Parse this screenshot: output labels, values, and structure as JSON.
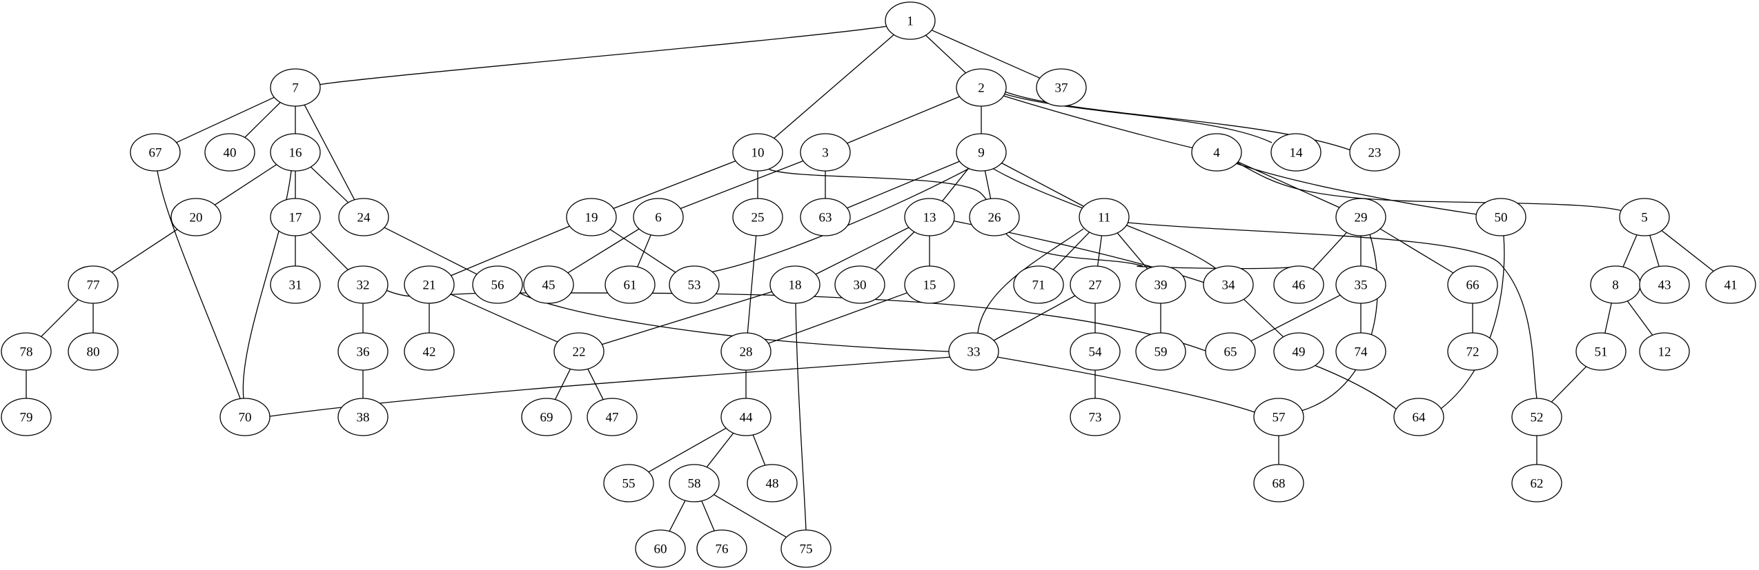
{
  "graph": {
    "nodes": [
      "1",
      "7",
      "10",
      "2",
      "37",
      "67",
      "40",
      "16",
      "24",
      "19",
      "25",
      "3",
      "9",
      "4",
      "14",
      "23",
      "20",
      "17",
      "6",
      "63",
      "13",
      "26",
      "11",
      "5",
      "50",
      "29",
      "77",
      "31",
      "32",
      "21",
      "56",
      "45",
      "61",
      "53",
      "18",
      "30",
      "15",
      "34",
      "46",
      "71",
      "27",
      "39",
      "35",
      "66",
      "8",
      "43",
      "41",
      "78",
      "80",
      "36",
      "42",
      "22",
      "28",
      "33",
      "65",
      "54",
      "59",
      "74",
      "72",
      "49",
      "51",
      "12",
      "79",
      "70",
      "38",
      "69",
      "47",
      "44",
      "73",
      "57",
      "64",
      "52",
      "55",
      "58",
      "48",
      "68",
      "62",
      "60",
      "76",
      "75"
    ],
    "edges": [
      [
        "1",
        "7"
      ],
      [
        "1",
        "10"
      ],
      [
        "1",
        "2"
      ],
      [
        "1",
        "37"
      ],
      [
        "7",
        "67"
      ],
      [
        "7",
        "40"
      ],
      [
        "7",
        "16"
      ],
      [
        "7",
        "24"
      ],
      [
        "2",
        "3"
      ],
      [
        "2",
        "9"
      ],
      [
        "2",
        "4"
      ],
      [
        "2",
        "14"
      ],
      [
        "2",
        "23"
      ],
      [
        "10",
        "19"
      ],
      [
        "10",
        "25"
      ],
      [
        "10",
        "46"
      ],
      [
        "16",
        "20"
      ],
      [
        "16",
        "17"
      ],
      [
        "16",
        "24"
      ],
      [
        "16",
        "70"
      ],
      [
        "3",
        "6"
      ],
      [
        "3",
        "63"
      ],
      [
        "9",
        "63"
      ],
      [
        "9",
        "53"
      ],
      [
        "9",
        "13"
      ],
      [
        "9",
        "26"
      ],
      [
        "9",
        "11"
      ],
      [
        "9",
        "34"
      ],
      [
        "4",
        "29"
      ],
      [
        "4",
        "50"
      ],
      [
        "4",
        "5"
      ],
      [
        "67",
        "70"
      ],
      [
        "20",
        "77"
      ],
      [
        "17",
        "31"
      ],
      [
        "17",
        "32"
      ],
      [
        "24",
        "56"
      ],
      [
        "19",
        "21"
      ],
      [
        "19",
        "53"
      ],
      [
        "6",
        "45"
      ],
      [
        "6",
        "61"
      ],
      [
        "25",
        "28"
      ],
      [
        "13",
        "18"
      ],
      [
        "13",
        "30"
      ],
      [
        "13",
        "15"
      ],
      [
        "13",
        "34"
      ],
      [
        "11",
        "33"
      ],
      [
        "11",
        "71"
      ],
      [
        "11",
        "27"
      ],
      [
        "11",
        "39"
      ],
      [
        "11",
        "52"
      ],
      [
        "29",
        "46"
      ],
      [
        "29",
        "35"
      ],
      [
        "29",
        "66"
      ],
      [
        "29",
        "57"
      ],
      [
        "50",
        "64"
      ],
      [
        "5",
        "8"
      ],
      [
        "5",
        "43"
      ],
      [
        "5",
        "41"
      ],
      [
        "77",
        "78"
      ],
      [
        "77",
        "80"
      ],
      [
        "32",
        "36"
      ],
      [
        "32",
        "65"
      ],
      [
        "21",
        "42"
      ],
      [
        "21",
        "22"
      ],
      [
        "56",
        "33"
      ],
      [
        "18",
        "22"
      ],
      [
        "18",
        "75"
      ],
      [
        "15",
        "28"
      ],
      [
        "34",
        "49"
      ],
      [
        "27",
        "33"
      ],
      [
        "27",
        "54"
      ],
      [
        "39",
        "59"
      ],
      [
        "35",
        "65"
      ],
      [
        "35",
        "74"
      ],
      [
        "66",
        "72"
      ],
      [
        "8",
        "51"
      ],
      [
        "8",
        "12"
      ],
      [
        "78",
        "79"
      ],
      [
        "36",
        "38"
      ],
      [
        "22",
        "69"
      ],
      [
        "22",
        "47"
      ],
      [
        "28",
        "44"
      ],
      [
        "33",
        "70"
      ],
      [
        "33",
        "57"
      ],
      [
        "54",
        "73"
      ],
      [
        "49",
        "64"
      ],
      [
        "51",
        "52"
      ],
      [
        "57",
        "68"
      ],
      [
        "52",
        "62"
      ],
      [
        "44",
        "55"
      ],
      [
        "44",
        "58"
      ],
      [
        "44",
        "48"
      ],
      [
        "58",
        "60"
      ],
      [
        "58",
        "76"
      ],
      [
        "58",
        "75"
      ]
    ]
  }
}
